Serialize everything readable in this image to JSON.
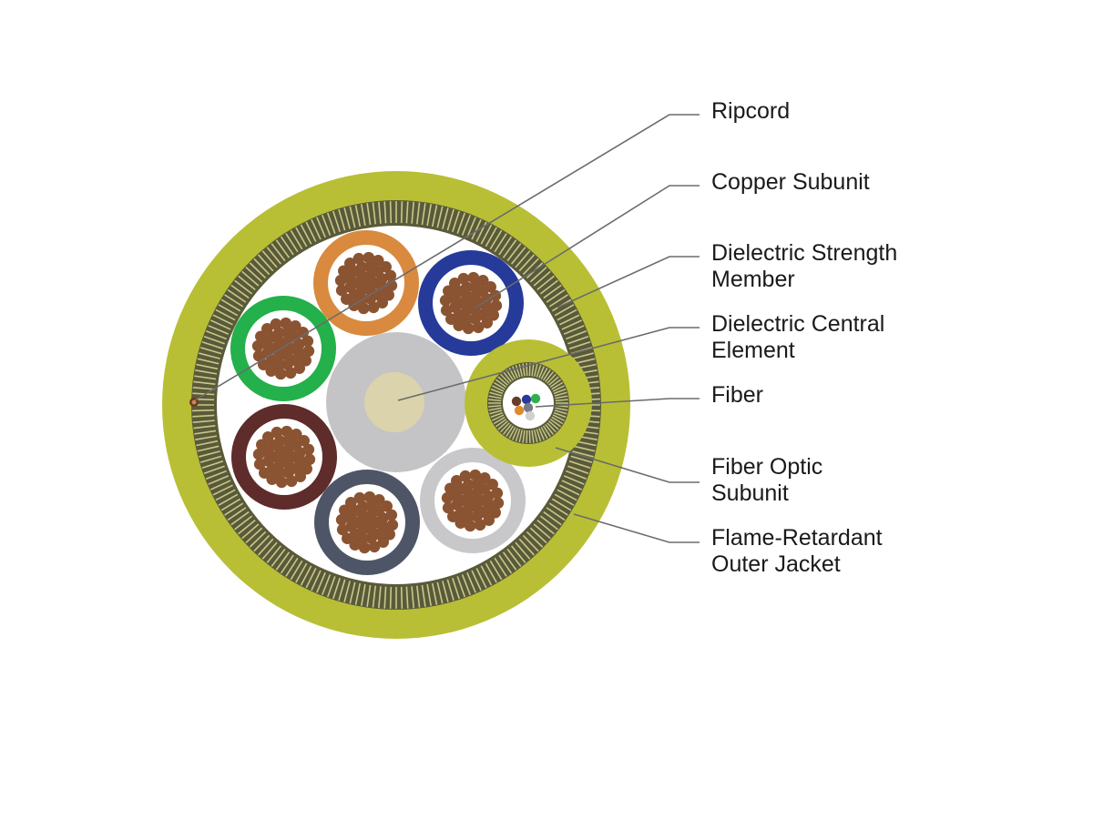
{
  "callouts": [
    {
      "id": "ripcord",
      "lines": [
        "Ripcord"
      ]
    },
    {
      "id": "copper-subunit",
      "lines": [
        "Copper Subunit"
      ]
    },
    {
      "id": "dielectric-strength-member",
      "lines": [
        "Dielectric Strength",
        "Member"
      ]
    },
    {
      "id": "dielectric-central-element",
      "lines": [
        "Dielectric Central",
        "Element"
      ]
    },
    {
      "id": "fiber",
      "lines": [
        "Fiber"
      ]
    },
    {
      "id": "fiber-optic-subunit",
      "lines": [
        "Fiber Optic",
        "Subunit"
      ]
    },
    {
      "id": "flame-retardant-outer-jacket",
      "lines": [
        "Flame-Retardant",
        "Outer Jacket"
      ]
    }
  ],
  "colors": {
    "jacket": "#b8bf35",
    "strength_member_dark": "#5a5a3a",
    "strength_member_light": "#c7c98a",
    "core_background": "#ffffff",
    "central_element_outer": "#c4c4c6",
    "central_element_inner": "#dad3ac",
    "copper_wire": "#8a5332",
    "subunit_orange": "#d98a3e",
    "subunit_blue": "#263a9a",
    "subunit_green": "#24b04b",
    "subunit_maroon": "#5e2c2a",
    "subunit_slate": "#4e5567",
    "subunit_gray": "#c8c8ca",
    "fiber_subunit_jacket": "#b8bf35",
    "leader_line": "#6b6b6b"
  },
  "fiber_colors": [
    "#6a3b2c",
    "#2a3a9a",
    "#2fb04d",
    "#e0892f",
    "#777b86",
    "#d0d0d0"
  ]
}
